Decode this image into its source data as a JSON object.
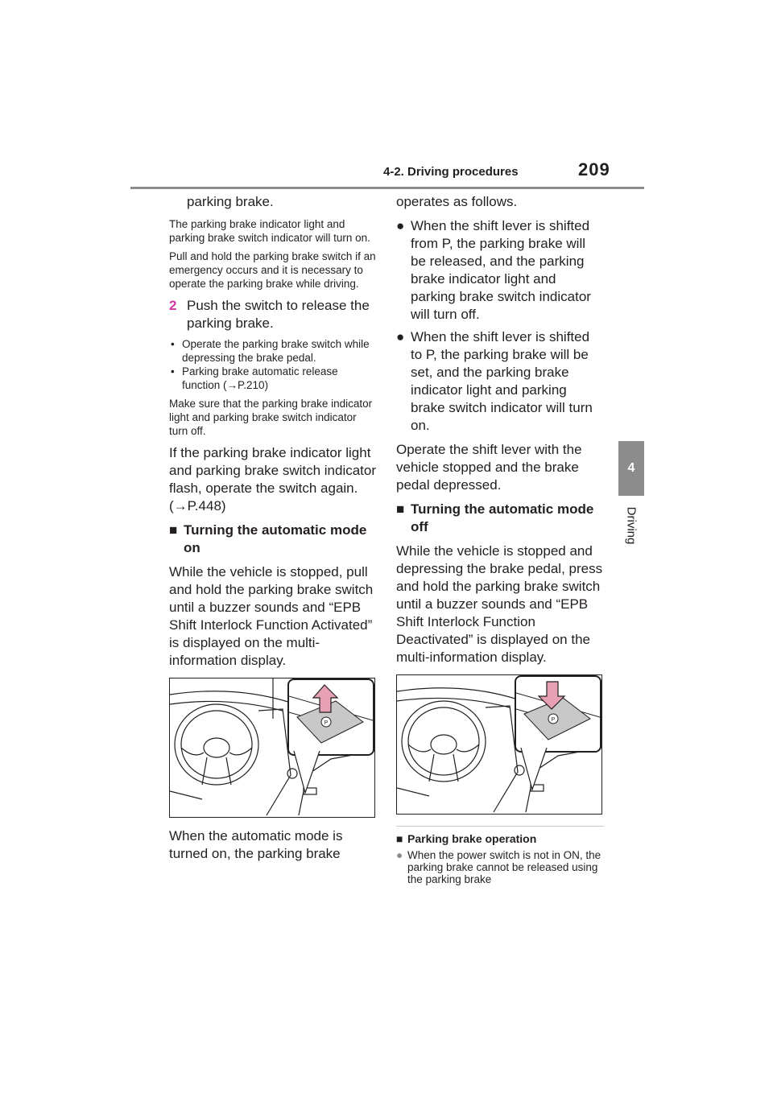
{
  "header": {
    "section": "4-2. Driving procedures",
    "page_number": "209"
  },
  "side_tab": {
    "number": "4",
    "label": "Driving"
  },
  "left": {
    "cont_text": "parking brake.",
    "note1": "The parking brake indicator light and parking brake switch indicator will turn on.",
    "note2": "Pull and hold the parking brake switch if an emergency occurs and it is necessary to operate the parking brake while driving.",
    "step2_num": "2",
    "step2_text": "Push the switch to release the parking brake.",
    "bullets": [
      "Operate the parking brake switch while depressing the brake pedal.",
      "Parking brake automatic release function (→P.210)"
    ],
    "note3": "Make sure that the parking brake indicator light and parking brake switch indicator turn off.",
    "para1": "If the parking brake indicator light and parking brake switch indicator flash, operate the switch again. (→P.448)",
    "heading_on": "Turning the automatic mode on",
    "para_on": "While the vehicle is stopped, pull and hold the parking brake switch until a buzzer sounds and “EPB Shift Interlock Function Activated” is displayed on the multi-information display.",
    "para_after": "When the automatic mode is turned on, the parking brake"
  },
  "right": {
    "cont_text": "operates as follows.",
    "bullets": [
      "When the shift lever is shifted from P, the parking brake will be released, and the parking brake indicator light and parking brake switch indicator will turn off.",
      "When the shift lever is shifted to P, the parking brake will be set, and the parking brake indicator light and parking brake switch indicator will turn on."
    ],
    "para1": "Operate the shift lever with the vehicle stopped and the brake pedal depressed.",
    "heading_off": "Turning the automatic mode off",
    "para_off": "While the vehicle is stopped and depressing the brake pedal, press and hold the parking brake switch until a buzzer sounds and “EPB Shift Interlock Function Deactivated” is displayed on the multi-information display.",
    "small_heading": "Parking brake operation",
    "small_bullet": "When the power switch is not in ON, the parking brake cannot be released using the parking brake"
  },
  "symbols": {
    "square_bullet": "■",
    "round_bullet": "●",
    "small_bullet": "•"
  },
  "colors": {
    "step_number": "#d03aa0",
    "arrow_fill": "#e8a0b4",
    "tab_gray": "#8c8c8c"
  }
}
